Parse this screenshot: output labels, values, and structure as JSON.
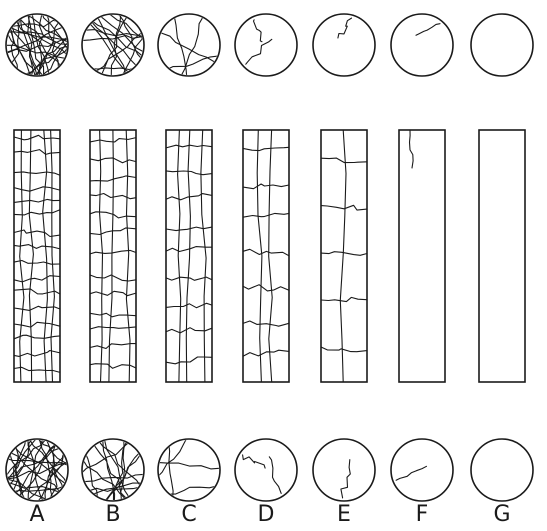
{
  "specimens": [
    {
      "label": "A",
      "density": "very-dense"
    },
    {
      "label": "B",
      "density": "dense"
    },
    {
      "label": "C",
      "density": "medium"
    },
    {
      "label": "D",
      "density": "sparse"
    },
    {
      "label": "E",
      "density": "few"
    },
    {
      "label": "F",
      "density": "single"
    },
    {
      "label": "G",
      "density": "none"
    }
  ]
}
